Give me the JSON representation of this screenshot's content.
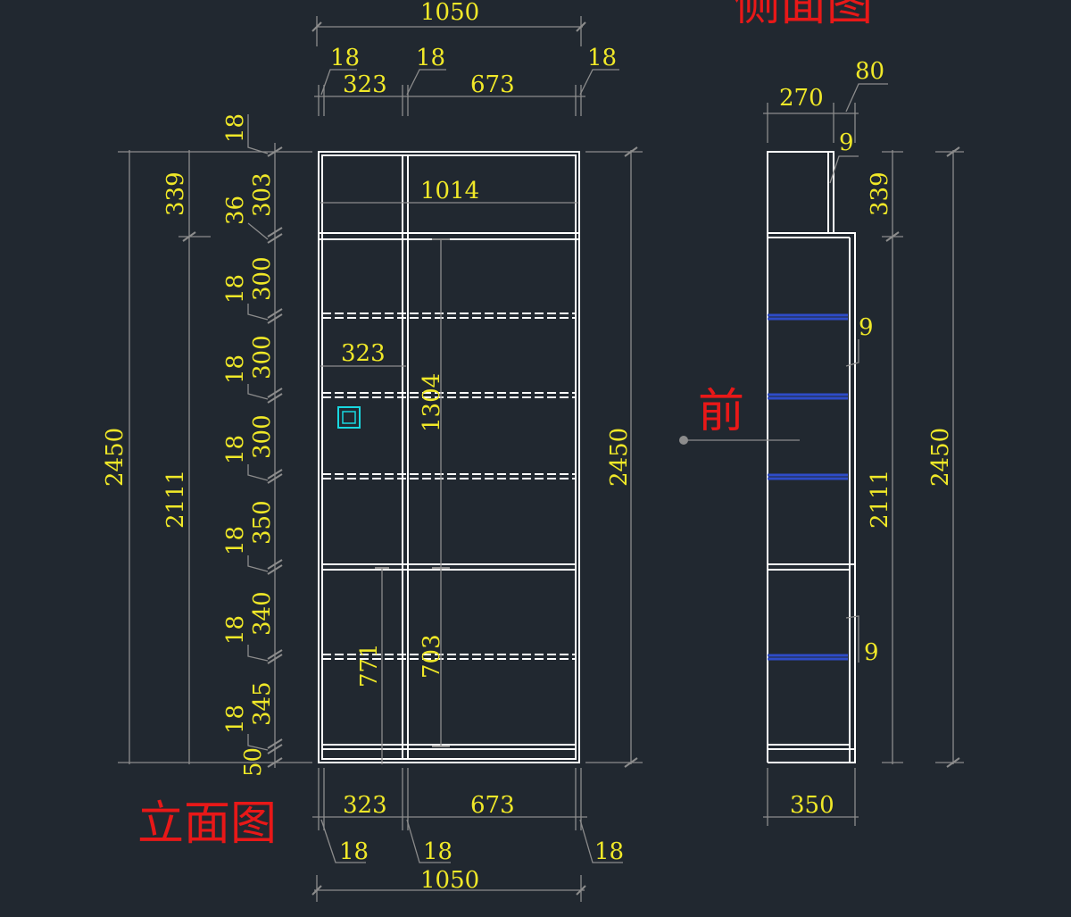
{
  "titles": {
    "elevation": "立面图",
    "side": "侧面图",
    "front": "前"
  },
  "dims": {
    "top_total": "1050",
    "top_t1": "18",
    "top_t2": "18",
    "top_t3": "18",
    "top_w1": "323",
    "top_w2": "673",
    "inner_width": "1014",
    "mid_w1": "323",
    "h_total_left": "2450",
    "h_339_left": "339",
    "h_2111_left": "2111",
    "v_18_a": "18",
    "v_303": "303",
    "v_36": "36",
    "v_300_a": "300",
    "v_18_b": "18",
    "v_300_b": "300",
    "v_18_c": "18",
    "v_300_c": "300",
    "v_18_d": "18",
    "v_350": "350",
    "v_18_e": "18",
    "v_340": "340",
    "v_18_f": "18",
    "v_345": "345",
    "v_18_g": "18",
    "v_50": "50",
    "v_1304": "1304",
    "v_771": "771",
    "v_703": "703",
    "h_total_right": "2450",
    "bot_w1": "323",
    "bot_w2": "673",
    "bot_t1": "18",
    "bot_t2": "18",
    "bot_t3": "18",
    "bot_total": "1050",
    "side_270": "270",
    "side_80": "80",
    "side_9a": "9",
    "side_9b": "9",
    "side_9c": "9",
    "side_339": "339",
    "side_2111": "2111",
    "side_2450": "2450",
    "side_350": "350"
  },
  "colors": {
    "background": "#212830",
    "dimension_text": "#f0e828",
    "title_text": "#e81818",
    "geometry": "#ffffff",
    "dimension_line": "#8c8c8c",
    "glass_shelf": "#2e4cc8",
    "marker": "#18d8e0"
  }
}
